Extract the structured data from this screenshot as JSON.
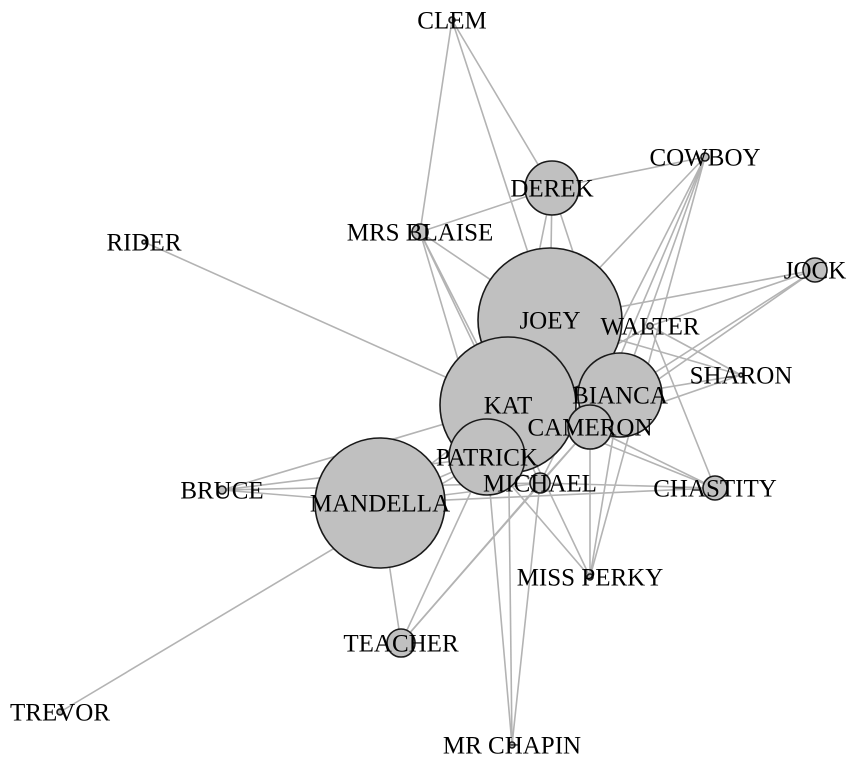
{
  "nodes": [
    {
      "id": "CLEM",
      "label": "CLEM"
    },
    {
      "id": "DEREK",
      "label": "DEREK"
    },
    {
      "id": "MRS_BLAISE",
      "label": "MRS BLAISE"
    },
    {
      "id": "COWBOY",
      "label": "COWBOY"
    },
    {
      "id": "RIDER",
      "label": "RIDER"
    },
    {
      "id": "JOCK",
      "label": "JOCK"
    },
    {
      "id": "JOEY",
      "label": "JOEY"
    },
    {
      "id": "WALTER",
      "label": "WALTER"
    },
    {
      "id": "SHARON",
      "label": "SHARON"
    },
    {
      "id": "BIANCA",
      "label": "BIANCA"
    },
    {
      "id": "KAT",
      "label": "KAT"
    },
    {
      "id": "CAMERON",
      "label": "CAMERON"
    },
    {
      "id": "PATRICK",
      "label": "PATRICK"
    },
    {
      "id": "MICHAEL",
      "label": "MICHAEL"
    },
    {
      "id": "BRUCE",
      "label": "BRUCE"
    },
    {
      "id": "MANDELLA",
      "label": "MANDELLA"
    },
    {
      "id": "CHASTITY",
      "label": "CHASTITY"
    },
    {
      "id": "MISS_PERKY",
      "label": "MISS PERKY"
    },
    {
      "id": "TEACHER",
      "label": "TEACHER"
    },
    {
      "id": "TREVOR",
      "label": "TREVOR"
    },
    {
      "id": "MR_CHAPIN",
      "label": "MR CHAPIN"
    }
  ],
  "edges": [
    [
      "CLEM",
      "MRS_BLAISE"
    ],
    [
      "CLEM",
      "DEREK"
    ],
    [
      "CLEM",
      "JOEY"
    ],
    [
      "DEREK",
      "MRS_BLAISE"
    ],
    [
      "DEREK",
      "COWBOY"
    ],
    [
      "DEREK",
      "JOEY"
    ],
    [
      "DEREK",
      "KAT"
    ],
    [
      "DEREK",
      "BIANCA"
    ],
    [
      "MRS_BLAISE",
      "JOEY"
    ],
    [
      "MRS_BLAISE",
      "KAT"
    ],
    [
      "MRS_BLAISE",
      "PATRICK"
    ],
    [
      "MRS_BLAISE",
      "MICHAEL"
    ],
    [
      "RIDER",
      "KAT"
    ],
    [
      "COWBOY",
      "JOEY"
    ],
    [
      "COWBOY",
      "BIANCA"
    ],
    [
      "COWBOY",
      "CAMERON"
    ],
    [
      "COWBOY",
      "MICHAEL"
    ],
    [
      "COWBOY",
      "MISS_PERKY"
    ],
    [
      "JOCK",
      "JOEY"
    ],
    [
      "JOCK",
      "BIANCA"
    ],
    [
      "JOCK",
      "CAMERON"
    ],
    [
      "JOCK",
      "WALTER"
    ],
    [
      "WALTER",
      "KAT"
    ],
    [
      "WALTER",
      "SHARON"
    ],
    [
      "WALTER",
      "CHASTITY"
    ],
    [
      "SHARON",
      "JOEY"
    ],
    [
      "SHARON",
      "BIANCA"
    ],
    [
      "SHARON",
      "CAMERON"
    ],
    [
      "CHASTITY",
      "CAMERON"
    ],
    [
      "CHASTITY",
      "MICHAEL"
    ],
    [
      "CHASTITY",
      "KAT"
    ],
    [
      "MISS_PERKY",
      "CAMERON"
    ],
    [
      "MISS_PERKY",
      "PATRICK"
    ],
    [
      "MISS_PERKY",
      "BIANCA"
    ],
    [
      "MISS_PERKY",
      "KAT"
    ],
    [
      "BRUCE",
      "KAT"
    ],
    [
      "BRUCE",
      "PATRICK"
    ],
    [
      "BRUCE",
      "MANDELLA"
    ],
    [
      "BRUCE",
      "MICHAEL"
    ],
    [
      "MANDELLA",
      "TEACHER"
    ],
    [
      "MANDELLA",
      "KAT"
    ],
    [
      "MANDELLA",
      "PATRICK"
    ],
    [
      "MANDELLA",
      "MICHAEL"
    ],
    [
      "MANDELLA",
      "CHASTITY"
    ],
    [
      "TEACHER",
      "PATRICK"
    ],
    [
      "TEACHER",
      "MICHAEL"
    ],
    [
      "TEACHER",
      "CAMERON"
    ],
    [
      "TREVOR",
      "PATRICK"
    ],
    [
      "MR_CHAPIN",
      "PATRICK"
    ],
    [
      "MR_CHAPIN",
      "MICHAEL"
    ],
    [
      "MR_CHAPIN",
      "KAT"
    ],
    [
      "JOEY",
      "KAT"
    ],
    [
      "JOEY",
      "BIANCA"
    ],
    [
      "KAT",
      "PATRICK"
    ],
    [
      "KAT",
      "CAMERON"
    ],
    [
      "BIANCA",
      "CAMERON"
    ],
    [
      "PATRICK",
      "MICHAEL"
    ],
    [
      "MICHAEL",
      "CAMERON"
    ]
  ],
  "colors": {
    "node_fill": "#c0c0c0",
    "node_stroke": "#1a1a1a",
    "edge": "#b3b3b3",
    "label": "#000000"
  }
}
